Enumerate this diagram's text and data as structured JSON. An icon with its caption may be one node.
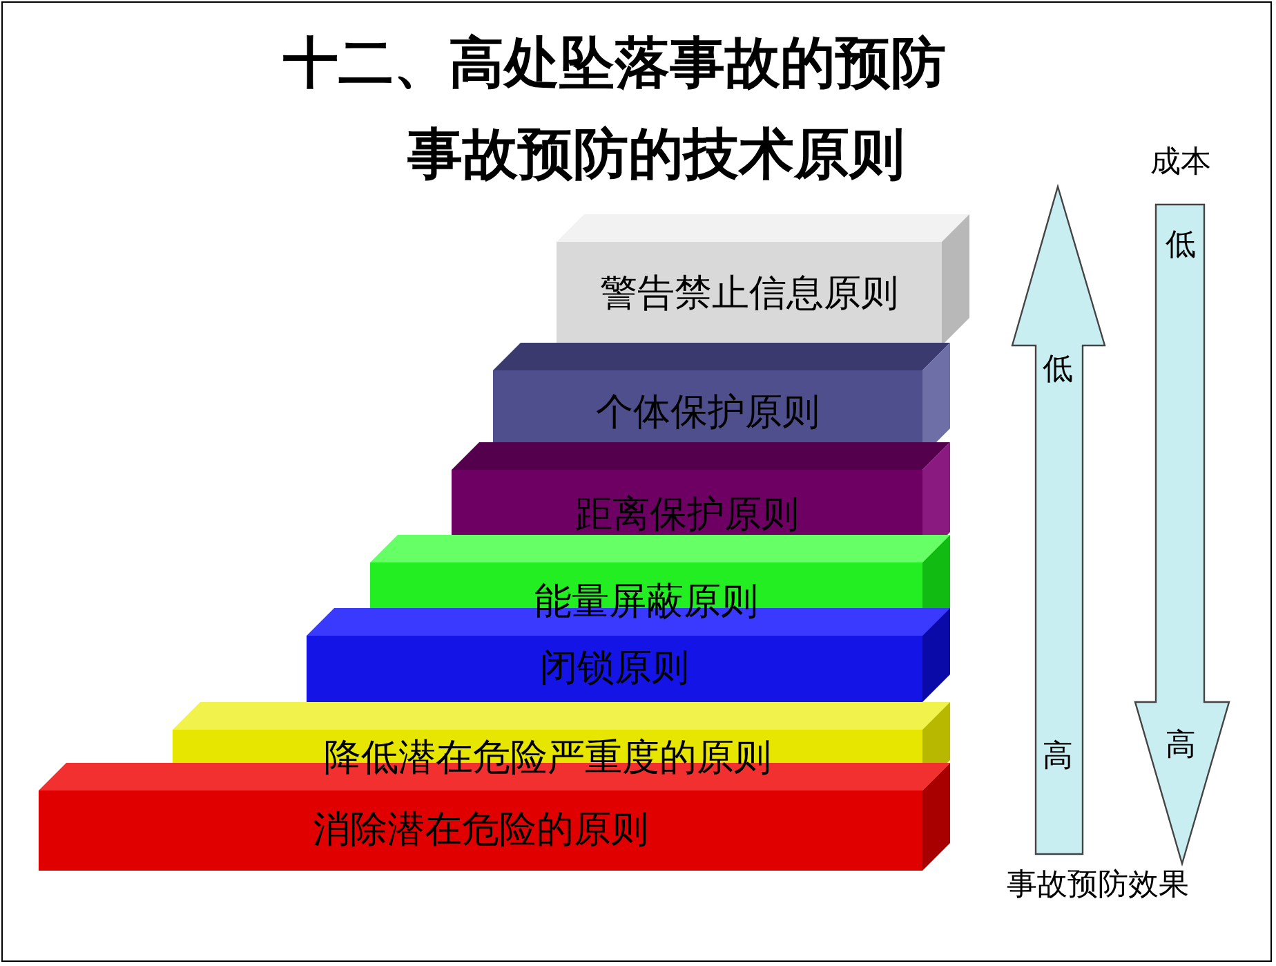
{
  "diagram": {
    "title": "十二、高处坠落事故的预防",
    "nodes": [
      {
        "text": [
          "警告禁止信息原则"
        ]
      },
      {
        "text": [
          "个体保护原则"
        ]
      },
      {
        "text": [
          "距离保护原则"
        ]
      },
      {
        "text": [
          "能量屏蔽原则"
        ]
      },
      {
        "text": [
          "闭锁原则"
        ]
      },
      {
        "text": [
          "降低潜在危险严重度的原则"
        ]
      },
      {
        "text": [
          "消除潜在危险的原则"
        ]
      },
      {
        "text": [
          "低",
          "高"
        ]
      },
      {
        "text": [
          "低",
          "高"
        ]
      }
    ],
    "labels": [
      "事故预防的技术原则",
      "成本",
      "事故预防效果"
    ]
  }
}
